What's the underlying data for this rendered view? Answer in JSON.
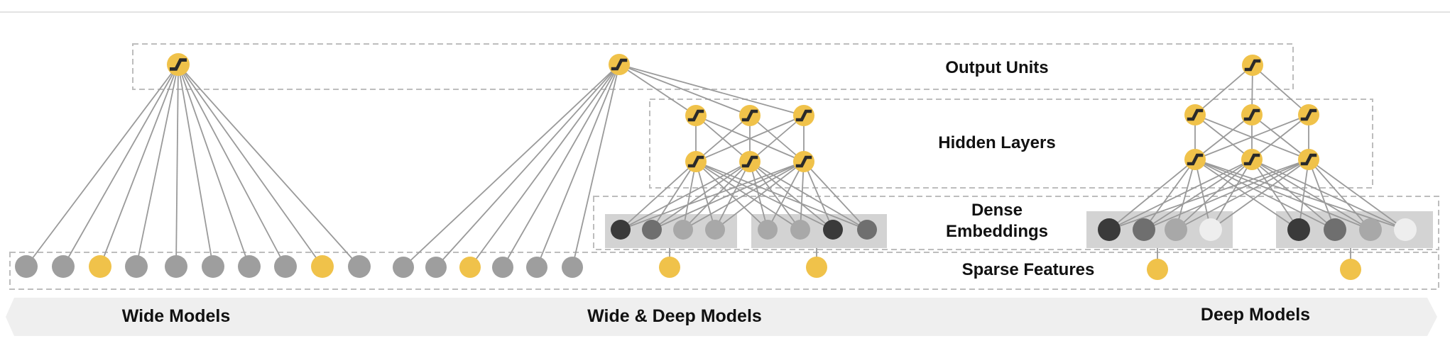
{
  "layers": {
    "output_units": "Output Units",
    "hidden_layers": "Hidden Layers",
    "dense_embeddings_line1": "Dense",
    "dense_embeddings_line2": "Embeddings",
    "sparse_features": "Sparse Features"
  },
  "models": {
    "wide": "Wide Models",
    "wide_deep": "Wide & Deep Models",
    "deep": "Deep Models"
  },
  "colors": {
    "unit": "#f0c24a",
    "feature_gray": "#9e9e9e",
    "embed_dark": "#3a3a3a",
    "embed_mid": "#6f6f6f",
    "embed_light": "#a8a8a8",
    "embed_pale": "#eeeeee",
    "edge": "#9a9a9a",
    "box_border": "#bdbdbd",
    "embed_bg": "#d3d3d3",
    "banner_bg": "#efefef"
  },
  "icons": {
    "unit_activation": "sigmoid-unit-icon",
    "input_feature": "feature-circle-icon"
  }
}
